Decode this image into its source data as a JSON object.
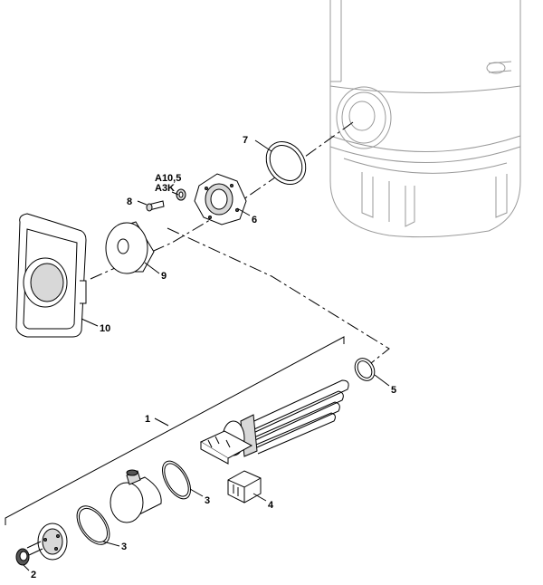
{
  "callouts": {
    "c1": "1",
    "c2": "2",
    "c3a": "3",
    "c3b": "3",
    "c4": "4",
    "c5": "5",
    "c6": "6",
    "c7": "7",
    "c8": "8",
    "c9": "9",
    "c10": "10",
    "a10_line1": "A10,5",
    "a10_line2": "A3K"
  }
}
